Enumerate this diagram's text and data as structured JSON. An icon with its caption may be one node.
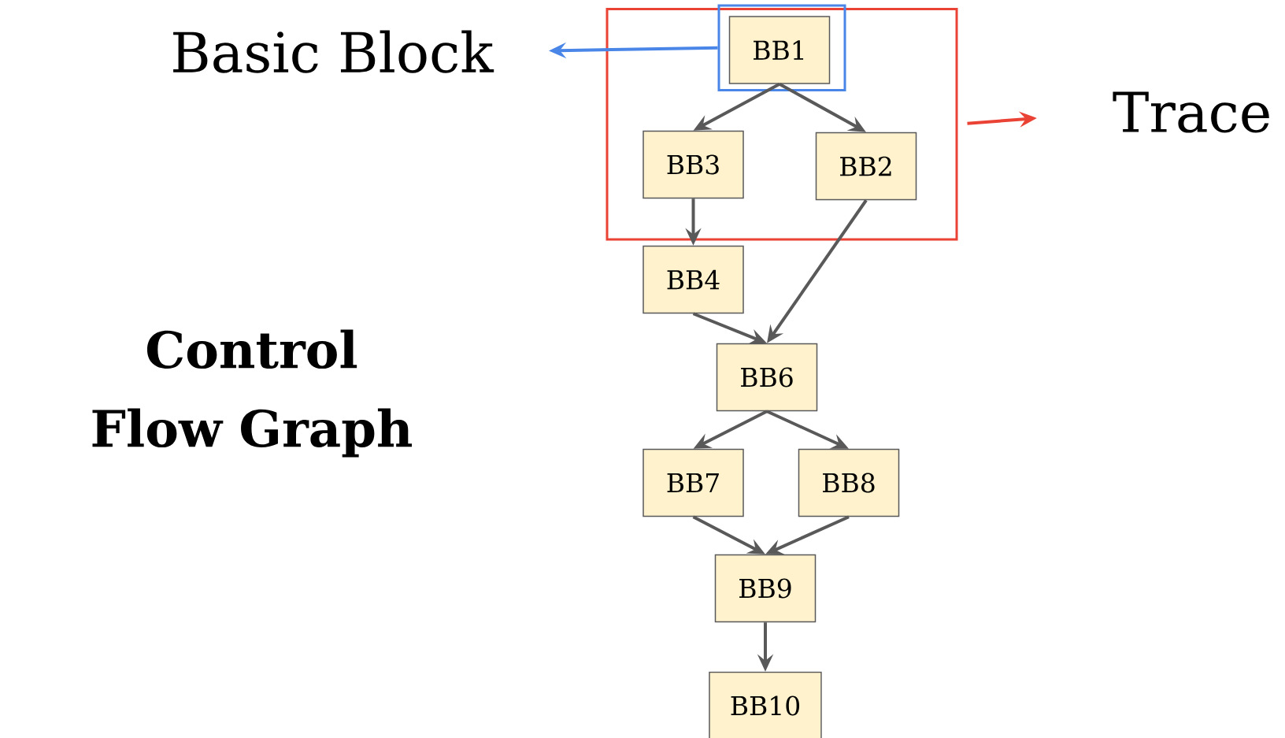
{
  "diagram": {
    "title": "Control Flow Graph",
    "nodes": [
      {
        "text": [],
        "shape": "box"
      },
      {
        "text": [],
        "shape": "box",
        "in": 0
      },
      {
        "text": [
          "BB1"
        ],
        "in": 1
      },
      {
        "text": [
          "BB3"
        ],
        "in": 0
      },
      {
        "text": [
          "BB2"
        ],
        "in": 0
      },
      {
        "text": [
          "BB4"
        ]
      },
      {
        "text": [
          "BB6"
        ]
      },
      {
        "text": [
          "BB7"
        ]
      },
      {
        "text": [
          "BB8"
        ]
      },
      {
        "text": [
          "BB9"
        ]
      },
      {
        "text": [
          "BB10"
        ]
      },
      {
        "text": [
          "Basic Block"
        ]
      },
      {
        "text": [
          "Trace"
        ]
      }
    ],
    "edges": [
      {
        "from": 1,
        "to": 11,
        "arrow": "to",
        "color": "#4a86e8"
      },
      {
        "from": 0,
        "to": 12,
        "arrow": "to",
        "color": "#ea4335"
      },
      {
        "from": 2,
        "to": 3,
        "arrow": "to"
      },
      {
        "from": 2,
        "to": 4,
        "arrow": "to"
      },
      {
        "from": 3,
        "to": 5,
        "arrow": "to"
      },
      {
        "from": 4,
        "to": 6,
        "arrow": "to"
      },
      {
        "from": 5,
        "to": 6,
        "arrow": "to"
      },
      {
        "from": 6,
        "to": 7,
        "arrow": "to"
      },
      {
        "from": 6,
        "to": 8,
        "arrow": "to"
      },
      {
        "from": 7,
        "to": 9,
        "arrow": "to"
      },
      {
        "from": 8,
        "to": 9,
        "arrow": "to"
      },
      {
        "from": 9,
        "to": 10,
        "arrow": "to"
      }
    ]
  }
}
